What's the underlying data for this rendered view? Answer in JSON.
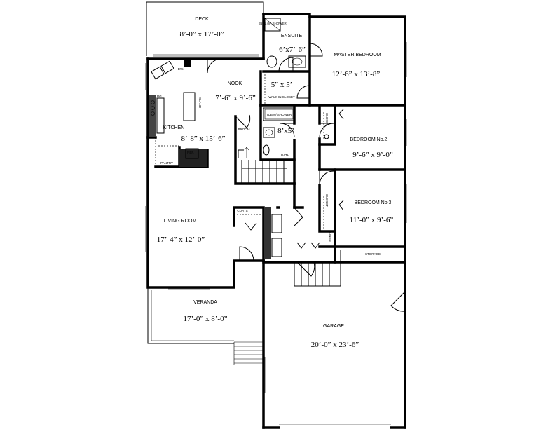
{
  "rooms": {
    "deck": {
      "name": "DECK",
      "dim": "8’-0” x 17’-0”"
    },
    "ensuite": {
      "name": "ENSUITE",
      "dim": "6’x7’-6”"
    },
    "master": {
      "name": "MASTER BEDROOM",
      "dim": "12’-6” x 13’-8”"
    },
    "nook": {
      "name": "NOOK",
      "dim": "7’-6” x 9’-6”"
    },
    "walkin": {
      "name": "WALK IN CLOSET",
      "dim": "5” x 5’"
    },
    "kitchen": {
      "name": "KITCHEN",
      "dim": "8’-8” x 15’-6”"
    },
    "bath": {
      "name": "BATH",
      "dim": "8’x5’"
    },
    "bedroom2": {
      "name": "BEDROOM No.2",
      "dim": "9’-6” x 9’-0”"
    },
    "bedroom3": {
      "name": "BEDROOM No.3",
      "dim": "11’-0” x 9’-6”"
    },
    "living": {
      "name": "LIVING ROOM",
      "dim": "17’-4” x 12’-0”"
    },
    "veranda": {
      "name": "VERANDA",
      "dim": "17’-0” x 8’-0”"
    },
    "garage": {
      "name": "GARAGE",
      "dim": "20’-0” x 23’-6”"
    },
    "storage": {
      "name": "STORAGE"
    }
  },
  "labels": {
    "pantry": "PANTRY",
    "ref": "REF.",
    "island": "ISLAND",
    "dw": "DW.",
    "rg": "RG.",
    "broom": "BROOM",
    "coats": "COATS",
    "linen": "LINEN",
    "closet2": "CLOSET",
    "closet3": "CLOSET",
    "tub_shower": "TUB w/ SHOWER",
    "ensuite_shower": "36\" x 48\" SHOWER"
  }
}
